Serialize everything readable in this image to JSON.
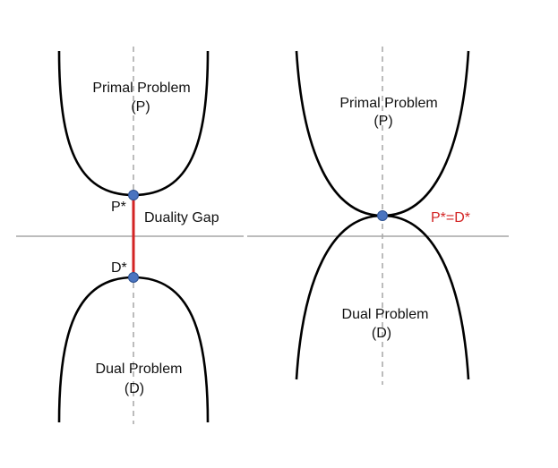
{
  "colors": {
    "curve": "#000000",
    "axis_dashed": "#a6a6a6",
    "horizontal_line": "#a6a6a6",
    "gap_segment": "#d32424",
    "point_fill": "#4a74c0",
    "point_stroke": "#2b4f8f",
    "equality_label": "#d32424"
  },
  "left_panel": {
    "primal_title": "Primal Problem",
    "primal_symbol": "(P)",
    "dual_title": "Dual Problem",
    "dual_symbol": "(D)",
    "p_star_label": "P*",
    "d_star_label": "D*",
    "gap_label": "Duality Gap"
  },
  "right_panel": {
    "primal_title": "Primal Problem",
    "primal_symbol": "(P)",
    "dual_title": "Dual Problem",
    "dual_symbol": "(D)",
    "equality_label": "P*=D*"
  }
}
